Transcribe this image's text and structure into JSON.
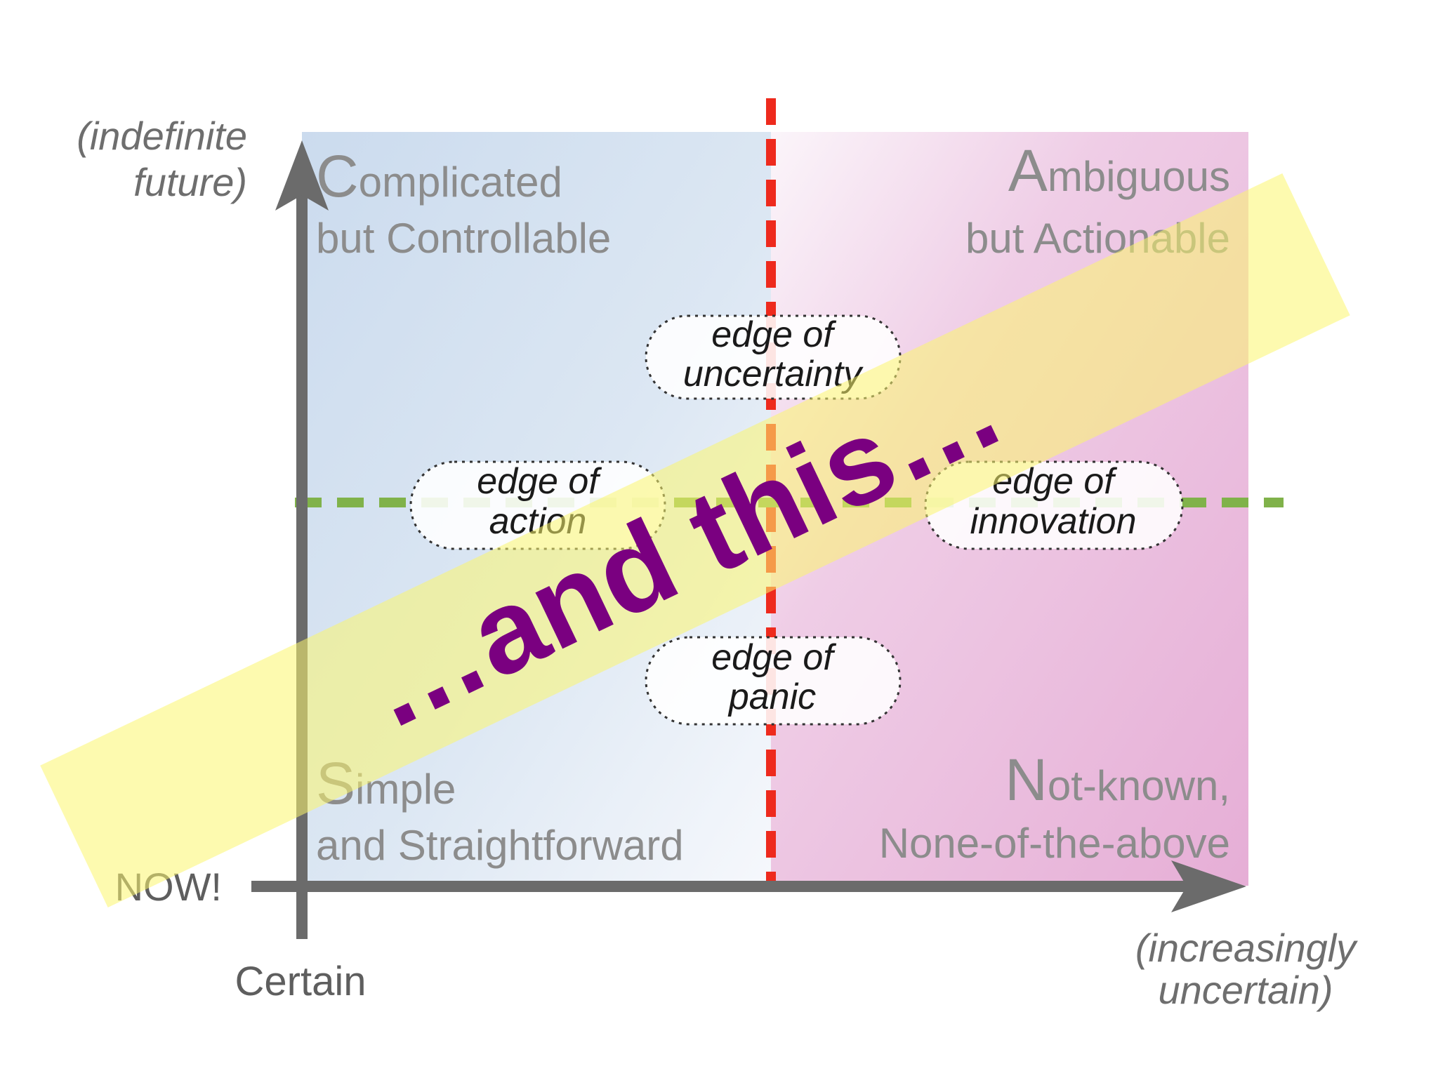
{
  "axes": {
    "y_top_label_line1": "(indefinite",
    "y_top_label_line2": "future)",
    "y_bottom_label": "NOW!",
    "x_left_label": "Certain",
    "x_right_label_line1": "(increasingly",
    "x_right_label_line2": "uncertain)"
  },
  "quadrants": {
    "top_left": {
      "initial": "C",
      "rest": "omplicated",
      "line2": "but Controllable"
    },
    "top_right": {
      "initial": "A",
      "rest": "mbiguous",
      "line2": "but Actionable"
    },
    "bottom_left": {
      "initial": "S",
      "rest": "imple",
      "line2": "and Straightforward"
    },
    "bottom_right": {
      "initial": "N",
      "rest": "ot-known,",
      "line2": "None-of-the-above"
    }
  },
  "edges": {
    "uncertainty": {
      "line1": "edge of",
      "line2": "uncertainty"
    },
    "action": {
      "line1": "edge of",
      "line2": "action"
    },
    "innovation": {
      "line1": "edge of",
      "line2": "innovation"
    },
    "panic": {
      "line1": "edge of",
      "line2": "panic"
    }
  },
  "banner": {
    "text": "…and this…"
  },
  "colors": {
    "left_quadrant": "#d3e1f0",
    "right_quadrant": "#ebbcde",
    "vertical_divider": "#ee2a1d",
    "horizontal_divider": "#80b24a",
    "axis": "#6b6b6b",
    "banner_fill": "#fbf66e",
    "banner_text": "#7a0080"
  }
}
